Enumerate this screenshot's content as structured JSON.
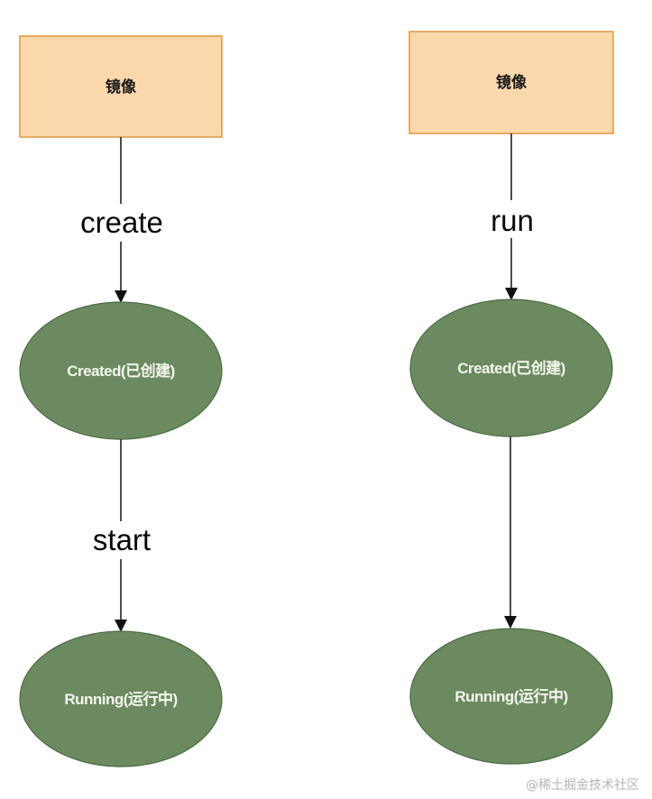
{
  "diagram": {
    "title": "",
    "flows": [
      {
        "id": "left",
        "image_label": "镜像",
        "first_edge_label": "create",
        "created_label": "Created(已创建)",
        "second_edge_label": "start",
        "running_label": "Running(运行中)"
      },
      {
        "id": "right",
        "image_label": "镜像",
        "first_edge_label": "run",
        "created_label": "Created(已创建)",
        "second_edge_label": "",
        "running_label": "Running(运行中)"
      }
    ],
    "colors": {
      "image_box_fill": "#fad8ab",
      "image_box_border": "#e3953e",
      "state_fill": "#6b8a5f",
      "state_text": "#f4f8ee",
      "arrow": "#111111"
    }
  },
  "watermark": "@稀土掘金技术社区"
}
